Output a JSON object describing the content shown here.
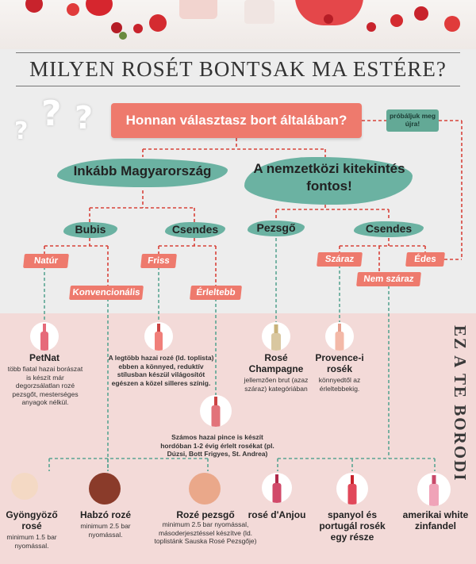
{
  "title": "MILYEN ROSÉT BONTSAK MA ESTÉRE?",
  "question": "Honnan választasz bort általában?",
  "retry": "próbáljuk meg újra!",
  "badge": "EZ A TE BORODI",
  "branches": {
    "hungary": "Inkább Magyarország",
    "international": "A nemzetközi kitekintés fontos!"
  },
  "levels": {
    "bubis": "Bubis",
    "csendes_hu": "Csendes",
    "pezsgo": "Pezsgő",
    "csendes_int": "Csendes"
  },
  "tags": {
    "natur": "Natúr",
    "konvencionalis": "Konvencionális",
    "friss": "Friss",
    "erleltebb": "Érleltebb",
    "szaraz": "Száraz",
    "edes": "Édes",
    "nem_szaraz": "Nem száraz"
  },
  "wines": {
    "petnat": {
      "name": "PetNat",
      "desc": "több fiatal hazai borászat is készít már degorzsálatlan rozé pezsgőt, mesterséges anyagok nélkül."
    },
    "friss": {
      "desc": "A legtöbb hazai rozé (ld. toplista) ebben a könnyed, reduktív stílusban készül világosítót egészen a közel silleres színig."
    },
    "rose_champagne": {
      "name": "Rosé Champagne",
      "desc": "jellemzően brut (azaz száraz) kategóriában"
    },
    "provence": {
      "name": "Provence-i rosék",
      "desc": "könnyedtől az érleltebbekig."
    },
    "erleltebb": {
      "desc": "Számos hazai pince is készít hordóban 1-2 évig érlelt rosékat (pl. Dúzsi, Bott Frigyes, St. Andrea)"
    },
    "gyongyozo": {
      "name": "Gyöngyöző rosé",
      "desc": "minimum 1.5 bar nyomással."
    },
    "habzo": {
      "name": "Habzó rozé",
      "desc": "minimum 2.5 bar nyomással."
    },
    "roze_pezsgo": {
      "name": "Rozé pezsgő",
      "desc": "minimum 2.5 bar nyomással, másoderjesztéssel készítve (ld. toplistánk Sauska Rosé Pezsgője)"
    },
    "anjou": {
      "name": "rosé d'Anjou"
    },
    "spanyol": {
      "name": "spanyol és portugál rosék egy része"
    },
    "zinfandel": {
      "name": "amerikai white zinfandel"
    }
  },
  "colors": {
    "coral": "#ee7a6d",
    "teal": "#6bb2a2",
    "pink_panel": "#f3dad8",
    "background": "#ededed",
    "line_red": "#d8433a",
    "line_teal": "#5aa593"
  }
}
